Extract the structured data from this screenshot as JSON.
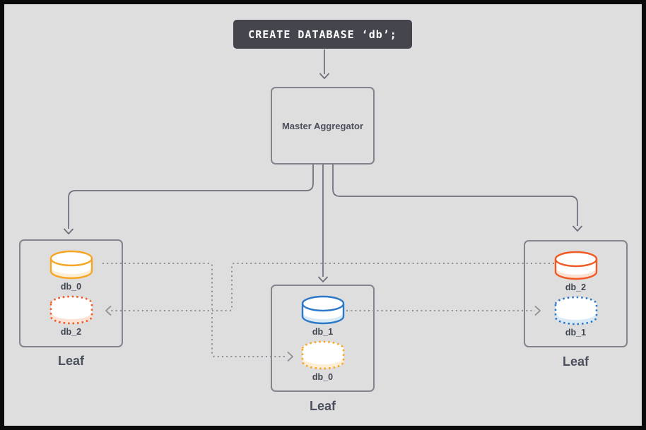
{
  "colors": {
    "bg": "#dedede",
    "frame": "#0a0a0a",
    "box_border": "#84848f",
    "line": "#6e6e7c",
    "dot": "#8e8e96",
    "cmd_bg": "#45454e",
    "cmd_text": "#ffffff",
    "label": "#3f4450",
    "title_label": "#4b505c",
    "orange": "#f6a623",
    "orange_band": "#fdeed6",
    "blue": "#2e79c7",
    "blue_band": "#d9eaf7",
    "red": "#f15a24",
    "red_band": "#fbe2d5"
  },
  "command": {
    "text": "CREATE DATABASE ‘db’;"
  },
  "master": {
    "label": "Master Aggregator"
  },
  "leaves": [
    {
      "label": "Leaf",
      "databases": [
        {
          "name": "db_0",
          "role": "primary",
          "color": "orange",
          "outline": "solid"
        },
        {
          "name": "db_2",
          "role": "replica",
          "color": "red",
          "outline": "dotted"
        }
      ]
    },
    {
      "label": "Leaf",
      "databases": [
        {
          "name": "db_1",
          "role": "primary",
          "color": "blue",
          "outline": "solid"
        },
        {
          "name": "db_0",
          "role": "replica",
          "color": "orange",
          "outline": "dotted"
        }
      ]
    },
    {
      "label": "Leaf",
      "databases": [
        {
          "name": "db_2",
          "role": "primary",
          "color": "red",
          "outline": "solid"
        },
        {
          "name": "db_1",
          "role": "replica",
          "color": "blue",
          "outline": "dotted"
        }
      ]
    }
  ],
  "connections": {
    "solid": [
      "create-database-to-master",
      "master-to-left-leaf",
      "master-to-middle-leaf",
      "master-to-right-leaf"
    ],
    "dotted_replication": [
      "left-leaf-db_0-to-middle-leaf-db_0",
      "middle-leaf-db_1-to-right-leaf-db_1",
      "right-leaf-db_2-to-left-leaf-db_2"
    ]
  }
}
